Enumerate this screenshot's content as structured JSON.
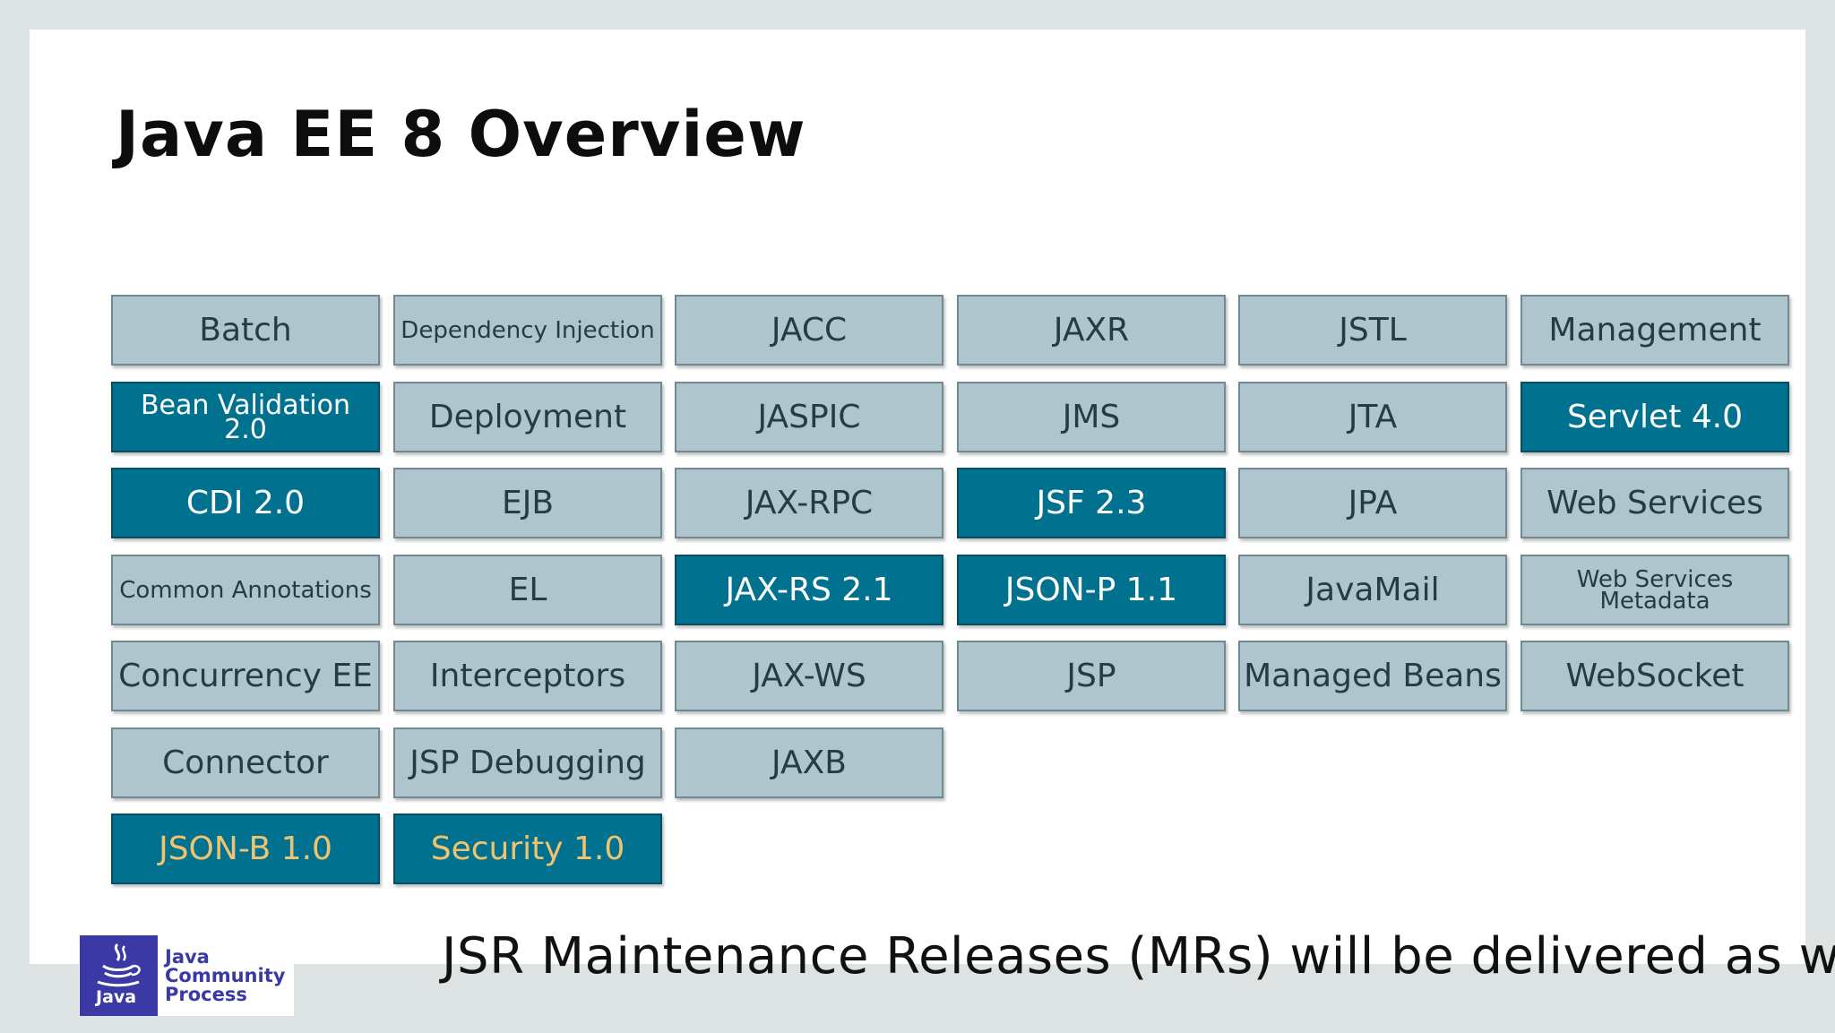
{
  "slide": {
    "title": "Java EE 8 Overview",
    "note": "JSR Maintenance Releases (MRs) will be delivered as well"
  },
  "colors": {
    "page_background": "#dce3e2",
    "slide_background": "#ffffff",
    "tile_default": "#aec5ce",
    "tile_updated": "#00728f",
    "tile_new_text": "#f1c36f",
    "logo_blue": "#3a39a6"
  },
  "tiles": [
    {
      "label": "Batch",
      "row": 0,
      "col": 0,
      "style": "default"
    },
    {
      "label": "Dependency Injection",
      "row": 0,
      "col": 1,
      "style": "default"
    },
    {
      "label": "JACC",
      "row": 0,
      "col": 2,
      "style": "default"
    },
    {
      "label": "JAXR",
      "row": 0,
      "col": 3,
      "style": "default"
    },
    {
      "label": "JSTL",
      "row": 0,
      "col": 4,
      "style": "default"
    },
    {
      "label": "Management",
      "row": 0,
      "col": 5,
      "style": "default"
    },
    {
      "label": "Bean Validation 2.0",
      "row": 1,
      "col": 0,
      "style": "updated"
    },
    {
      "label": "Deployment",
      "row": 1,
      "col": 1,
      "style": "default"
    },
    {
      "label": "JASPIC",
      "row": 1,
      "col": 2,
      "style": "default"
    },
    {
      "label": "JMS",
      "row": 1,
      "col": 3,
      "style": "default"
    },
    {
      "label": "JTA",
      "row": 1,
      "col": 4,
      "style": "default"
    },
    {
      "label": "Servlet 4.0",
      "row": 1,
      "col": 5,
      "style": "updated"
    },
    {
      "label": "CDI 2.0",
      "row": 2,
      "col": 0,
      "style": "updated"
    },
    {
      "label": "EJB",
      "row": 2,
      "col": 1,
      "style": "default"
    },
    {
      "label": "JAX-RPC",
      "row": 2,
      "col": 2,
      "style": "default"
    },
    {
      "label": "JSF 2.3",
      "row": 2,
      "col": 3,
      "style": "updated"
    },
    {
      "label": "JPA",
      "row": 2,
      "col": 4,
      "style": "default"
    },
    {
      "label": "Web Services",
      "row": 2,
      "col": 5,
      "style": "default"
    },
    {
      "label": "Common Annotations",
      "row": 3,
      "col": 0,
      "style": "default"
    },
    {
      "label": "EL",
      "row": 3,
      "col": 1,
      "style": "default"
    },
    {
      "label": "JAX-RS 2.1",
      "row": 3,
      "col": 2,
      "style": "updated"
    },
    {
      "label": "JSON-P 1.1",
      "row": 3,
      "col": 3,
      "style": "updated"
    },
    {
      "label": "JavaMail",
      "row": 3,
      "col": 4,
      "style": "default"
    },
    {
      "label": "Web Services Metadata",
      "row": 3,
      "col": 5,
      "style": "default"
    },
    {
      "label": "Concurrency EE",
      "row": 4,
      "col": 0,
      "style": "default"
    },
    {
      "label": "Interceptors",
      "row": 4,
      "col": 1,
      "style": "default"
    },
    {
      "label": "JAX-WS",
      "row": 4,
      "col": 2,
      "style": "default"
    },
    {
      "label": "JSP",
      "row": 4,
      "col": 3,
      "style": "default"
    },
    {
      "label": "Managed Beans",
      "row": 4,
      "col": 4,
      "style": "default"
    },
    {
      "label": "WebSocket",
      "row": 4,
      "col": 5,
      "style": "default"
    },
    {
      "label": "Connector",
      "row": 5,
      "col": 0,
      "style": "default"
    },
    {
      "label": "JSP Debugging",
      "row": 5,
      "col": 1,
      "style": "default"
    },
    {
      "label": "JAXB",
      "row": 5,
      "col": 2,
      "style": "default"
    },
    {
      "label": "JSON-B 1.0",
      "row": 6,
      "col": 0,
      "style": "new"
    },
    {
      "label": "Security 1.0",
      "row": 6,
      "col": 1,
      "style": "new"
    }
  ],
  "logo": {
    "icon": "java-coffee-cup-icon",
    "badge_text": "Java",
    "text_lines": [
      "Java",
      "Community",
      "Process"
    ]
  }
}
